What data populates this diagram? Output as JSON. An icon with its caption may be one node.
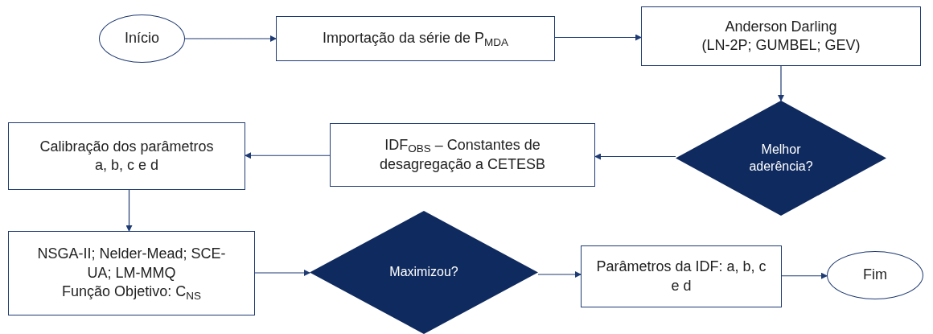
{
  "diagram": {
    "nodes": [
      {
        "text": [
          "Início"
        ]
      },
      {
        "text": [
          "Importação da série de P$_{MDA}$"
        ]
      },
      {
        "text": [
          "Anderson Darling",
          "(LN-2P; GUMBEL; GEV)"
        ]
      },
      {
        "text": [
          "Melhor aderência?"
        ]
      },
      {
        "text": [
          "IDF$_{OBS}$ – Constantes de desagregação a CETESB"
        ]
      },
      {
        "text": [
          "Calibração dos parâmetros a, b, c e d"
        ]
      },
      {
        "text": [
          "NSGA-II; Nelder-Mead; SCE-UA; LM-MMQ",
          "Função Objetivo: C$_{NS}$"
        ]
      },
      {
        "text": [
          "Maximizou?"
        ]
      },
      {
        "text": [
          "Parâmetros da IDF: a, b, c e d"
        ]
      },
      {
        "text": [
          "Fim"
        ]
      }
    ],
    "edges": [
      {
        "from": 0,
        "to": 1,
        "arrow": "to"
      },
      {
        "from": 1,
        "to": 2,
        "arrow": "to"
      },
      {
        "from": 2,
        "to": 3,
        "arrow": "to"
      },
      {
        "from": 3,
        "to": 4,
        "arrow": "to"
      },
      {
        "from": 4,
        "to": 5,
        "arrow": "to"
      },
      {
        "from": 5,
        "to": 6,
        "arrow": "to"
      },
      {
        "from": 6,
        "to": 7,
        "arrow": "to"
      },
      {
        "from": 7,
        "to": 8,
        "arrow": "to"
      },
      {
        "from": 8,
        "to": 9,
        "arrow": "to"
      }
    ]
  }
}
